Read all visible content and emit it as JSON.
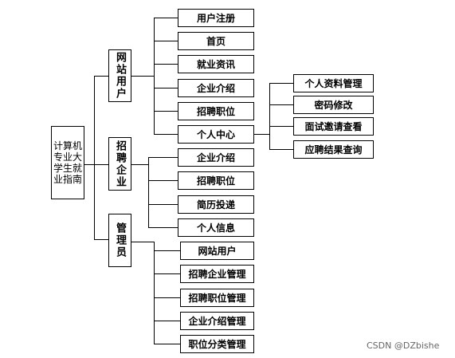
{
  "diagram": {
    "root": "计算机专业大学生就业指南",
    "groups": [
      {
        "label": "网站用户",
        "items": [
          "用户注册",
          "首页",
          "就业资讯",
          "企业介绍",
          "招聘职位",
          "个人中心"
        ]
      },
      {
        "label": "招聘企业",
        "items": [
          "企业介绍",
          "招聘职位",
          "简历投递",
          "个人信息"
        ]
      },
      {
        "label": "管理员",
        "items": [
          "网站用户",
          "招聘企业管理",
          "招聘职位管理",
          "企业介绍管理",
          "职位分类管理"
        ]
      }
    ],
    "personal_center": {
      "items": [
        "个人资料管理",
        "密码修改",
        "面试邀请查看",
        "应聘结果查询"
      ]
    }
  },
  "watermark": "CSDN @DZbishe"
}
